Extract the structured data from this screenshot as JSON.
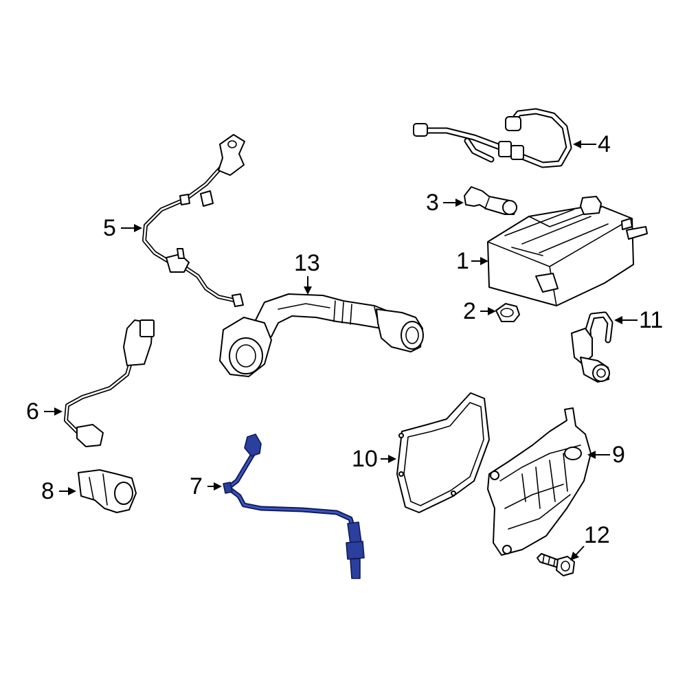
{
  "diagram": {
    "highlight_color": "#2a3f9e",
    "callouts": {
      "c1": "1",
      "c2": "2",
      "c3": "3",
      "c4": "4",
      "c5": "5",
      "c6": "6",
      "c7": "7",
      "c8": "8",
      "c9": "9",
      "c10": "10",
      "c11": "11",
      "c12": "12",
      "c13": "13"
    }
  }
}
